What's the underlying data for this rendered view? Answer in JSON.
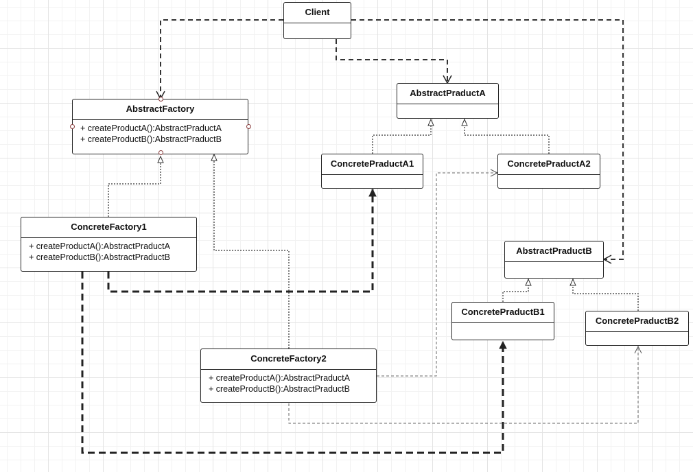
{
  "classes": {
    "client": {
      "name": "Client",
      "operations": []
    },
    "abstract_factory": {
      "name": "AbstractFactory",
      "operations": [
        "+ createProductA():AbstractPraductA",
        "+ createProductB():AbstractPraductB"
      ]
    },
    "abstract_product_a": {
      "name": "AbstractPraductA",
      "operations": []
    },
    "concrete_product_a1": {
      "name": "ConcretePraductA1",
      "operations": []
    },
    "concrete_product_a2": {
      "name": "ConcretePraductA2",
      "operations": []
    },
    "concrete_factory1": {
      "name": "ConcreteFactory1",
      "operations": [
        "+ createProductA():AbstractPraductA",
        "+ createProductB():AbstractPraductB"
      ]
    },
    "abstract_product_b": {
      "name": "AbstractPraductB",
      "operations": []
    },
    "concrete_product_b1": {
      "name": "ConcretePraductB1",
      "operations": []
    },
    "concrete_product_b2": {
      "name": "ConcretePraductB2",
      "operations": []
    },
    "concrete_factory2": {
      "name": "ConcreteFactory2",
      "operations": [
        "+ createProductA():AbstractPraductA",
        "+ createProductB():AbstractPraductB"
      ]
    }
  },
  "relations": [
    {
      "type": "dependency",
      "from": "Client",
      "to": "AbstractFactory"
    },
    {
      "type": "dependency",
      "from": "Client",
      "to": "AbstractPraductA"
    },
    {
      "type": "dependency",
      "from": "Client",
      "to": "AbstractPraductB"
    },
    {
      "type": "realization",
      "from": "ConcreteFactory1",
      "to": "AbstractFactory"
    },
    {
      "type": "realization",
      "from": "ConcreteFactory2",
      "to": "AbstractFactory"
    },
    {
      "type": "realization",
      "from": "ConcretePraductA1",
      "to": "AbstractPraductA"
    },
    {
      "type": "realization",
      "from": "ConcretePraductA2",
      "to": "AbstractPraductA"
    },
    {
      "type": "realization",
      "from": "ConcretePraductB1",
      "to": "AbstractPraductB"
    },
    {
      "type": "realization",
      "from": "ConcretePraductB2",
      "to": "AbstractPraductB"
    },
    {
      "type": "dependency",
      "from": "ConcreteFactory1",
      "to": "ConcretePraductA1"
    },
    {
      "type": "dependency",
      "from": "ConcreteFactory1",
      "to": "ConcretePraductB1"
    },
    {
      "type": "dependency",
      "from": "ConcreteFactory2",
      "to": "ConcretePraductA2"
    },
    {
      "type": "dependency",
      "from": "ConcreteFactory2",
      "to": "ConcretePraductB2"
    }
  ]
}
